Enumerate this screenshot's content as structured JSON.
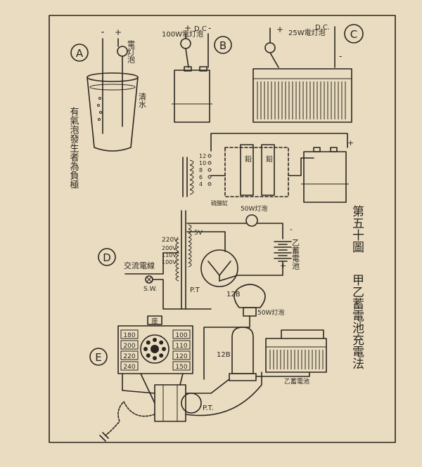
{
  "panels": {
    "A": {
      "letter": "A",
      "minus": "-",
      "plus": "+",
      "lamp_label": "電灯泡",
      "water_label": "清水",
      "negative_note": "有氣泡發生者為負極"
    },
    "B": {
      "letter": "B",
      "lamp_label": "100W電灯泡",
      "dc": "D.C",
      "minus": "-",
      "plus": "+"
    },
    "C": {
      "letter": "C",
      "lamp_label": "25W電灯泡",
      "dc": "D.C.",
      "minus": "-",
      "plus": "+"
    },
    "D": {
      "letter": "D",
      "taps": [
        "12",
        "10",
        "8",
        "6",
        "4"
      ],
      "plate_left": "鉛",
      "plate_right": "鉛",
      "sulfuric_label": "硫酸缸",
      "lamp_label": "50W灯泡",
      "plus": "+",
      "minus": "-",
      "volt_220": "220V",
      "volt_200": "200V",
      "volt_110": "110V",
      "volt_100": "100V",
      "volt_5": "5V",
      "ac_label": "交流電線",
      "switch_label": "S.W.",
      "pt_label": "P.T",
      "tube_label": "12B",
      "battery_label": "乙蓄電池"
    },
    "E": {
      "letter": "E",
      "knob_label": "座",
      "terminals": [
        "180",
        "200",
        "220",
        "240",
        "100",
        "110",
        "120",
        "150"
      ],
      "lamp_label": "50W灯泡",
      "tube_label": "12B",
      "battery_label": "乙蓄電池",
      "pt_label": "P.T."
    }
  },
  "caption": {
    "number": "第五十圖",
    "title": "甲乙蓄電池充電法"
  },
  "colors": {
    "paper": "#e9dcc0",
    "ink": "#2b2620"
  }
}
